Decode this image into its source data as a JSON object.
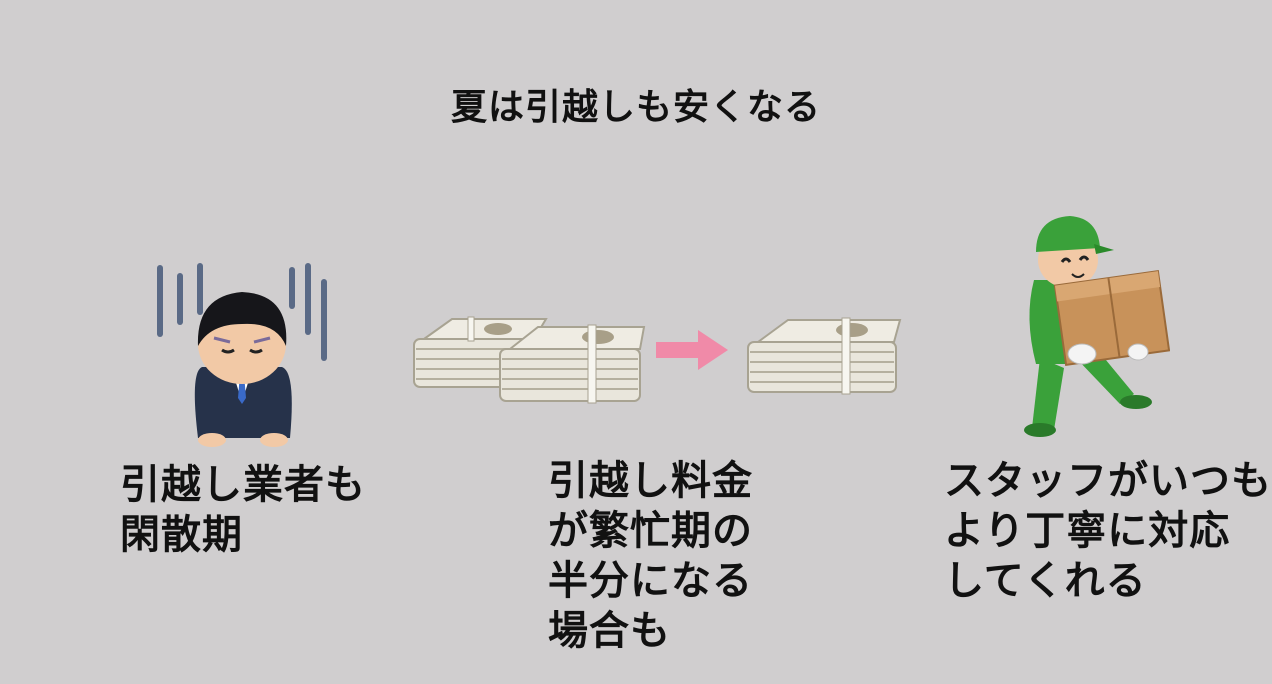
{
  "title": "夏は引越しも安くなる",
  "left": {
    "caption_lines": [
      "引越し業者も",
      "閑散期"
    ],
    "icon": "dejected-businessman-icon"
  },
  "middle": {
    "caption_lines": [
      "引越し料金",
      "が繁忙期の",
      "半分になる",
      "場合も"
    ],
    "icon_before": "money-stacks-icon",
    "arrow": "arrow-right-icon",
    "icon_after": "money-stack-icon",
    "arrow_color": "#f08aa8"
  },
  "right": {
    "caption_lines": [
      "スタッフがいつも",
      "より丁寧に対応",
      "してくれる"
    ],
    "icon": "mover-carrying-box-icon"
  },
  "colors": {
    "background": "#d0cecf",
    "text": "#111111",
    "mover_green": "#3aa13a",
    "box": "#c8925a"
  }
}
